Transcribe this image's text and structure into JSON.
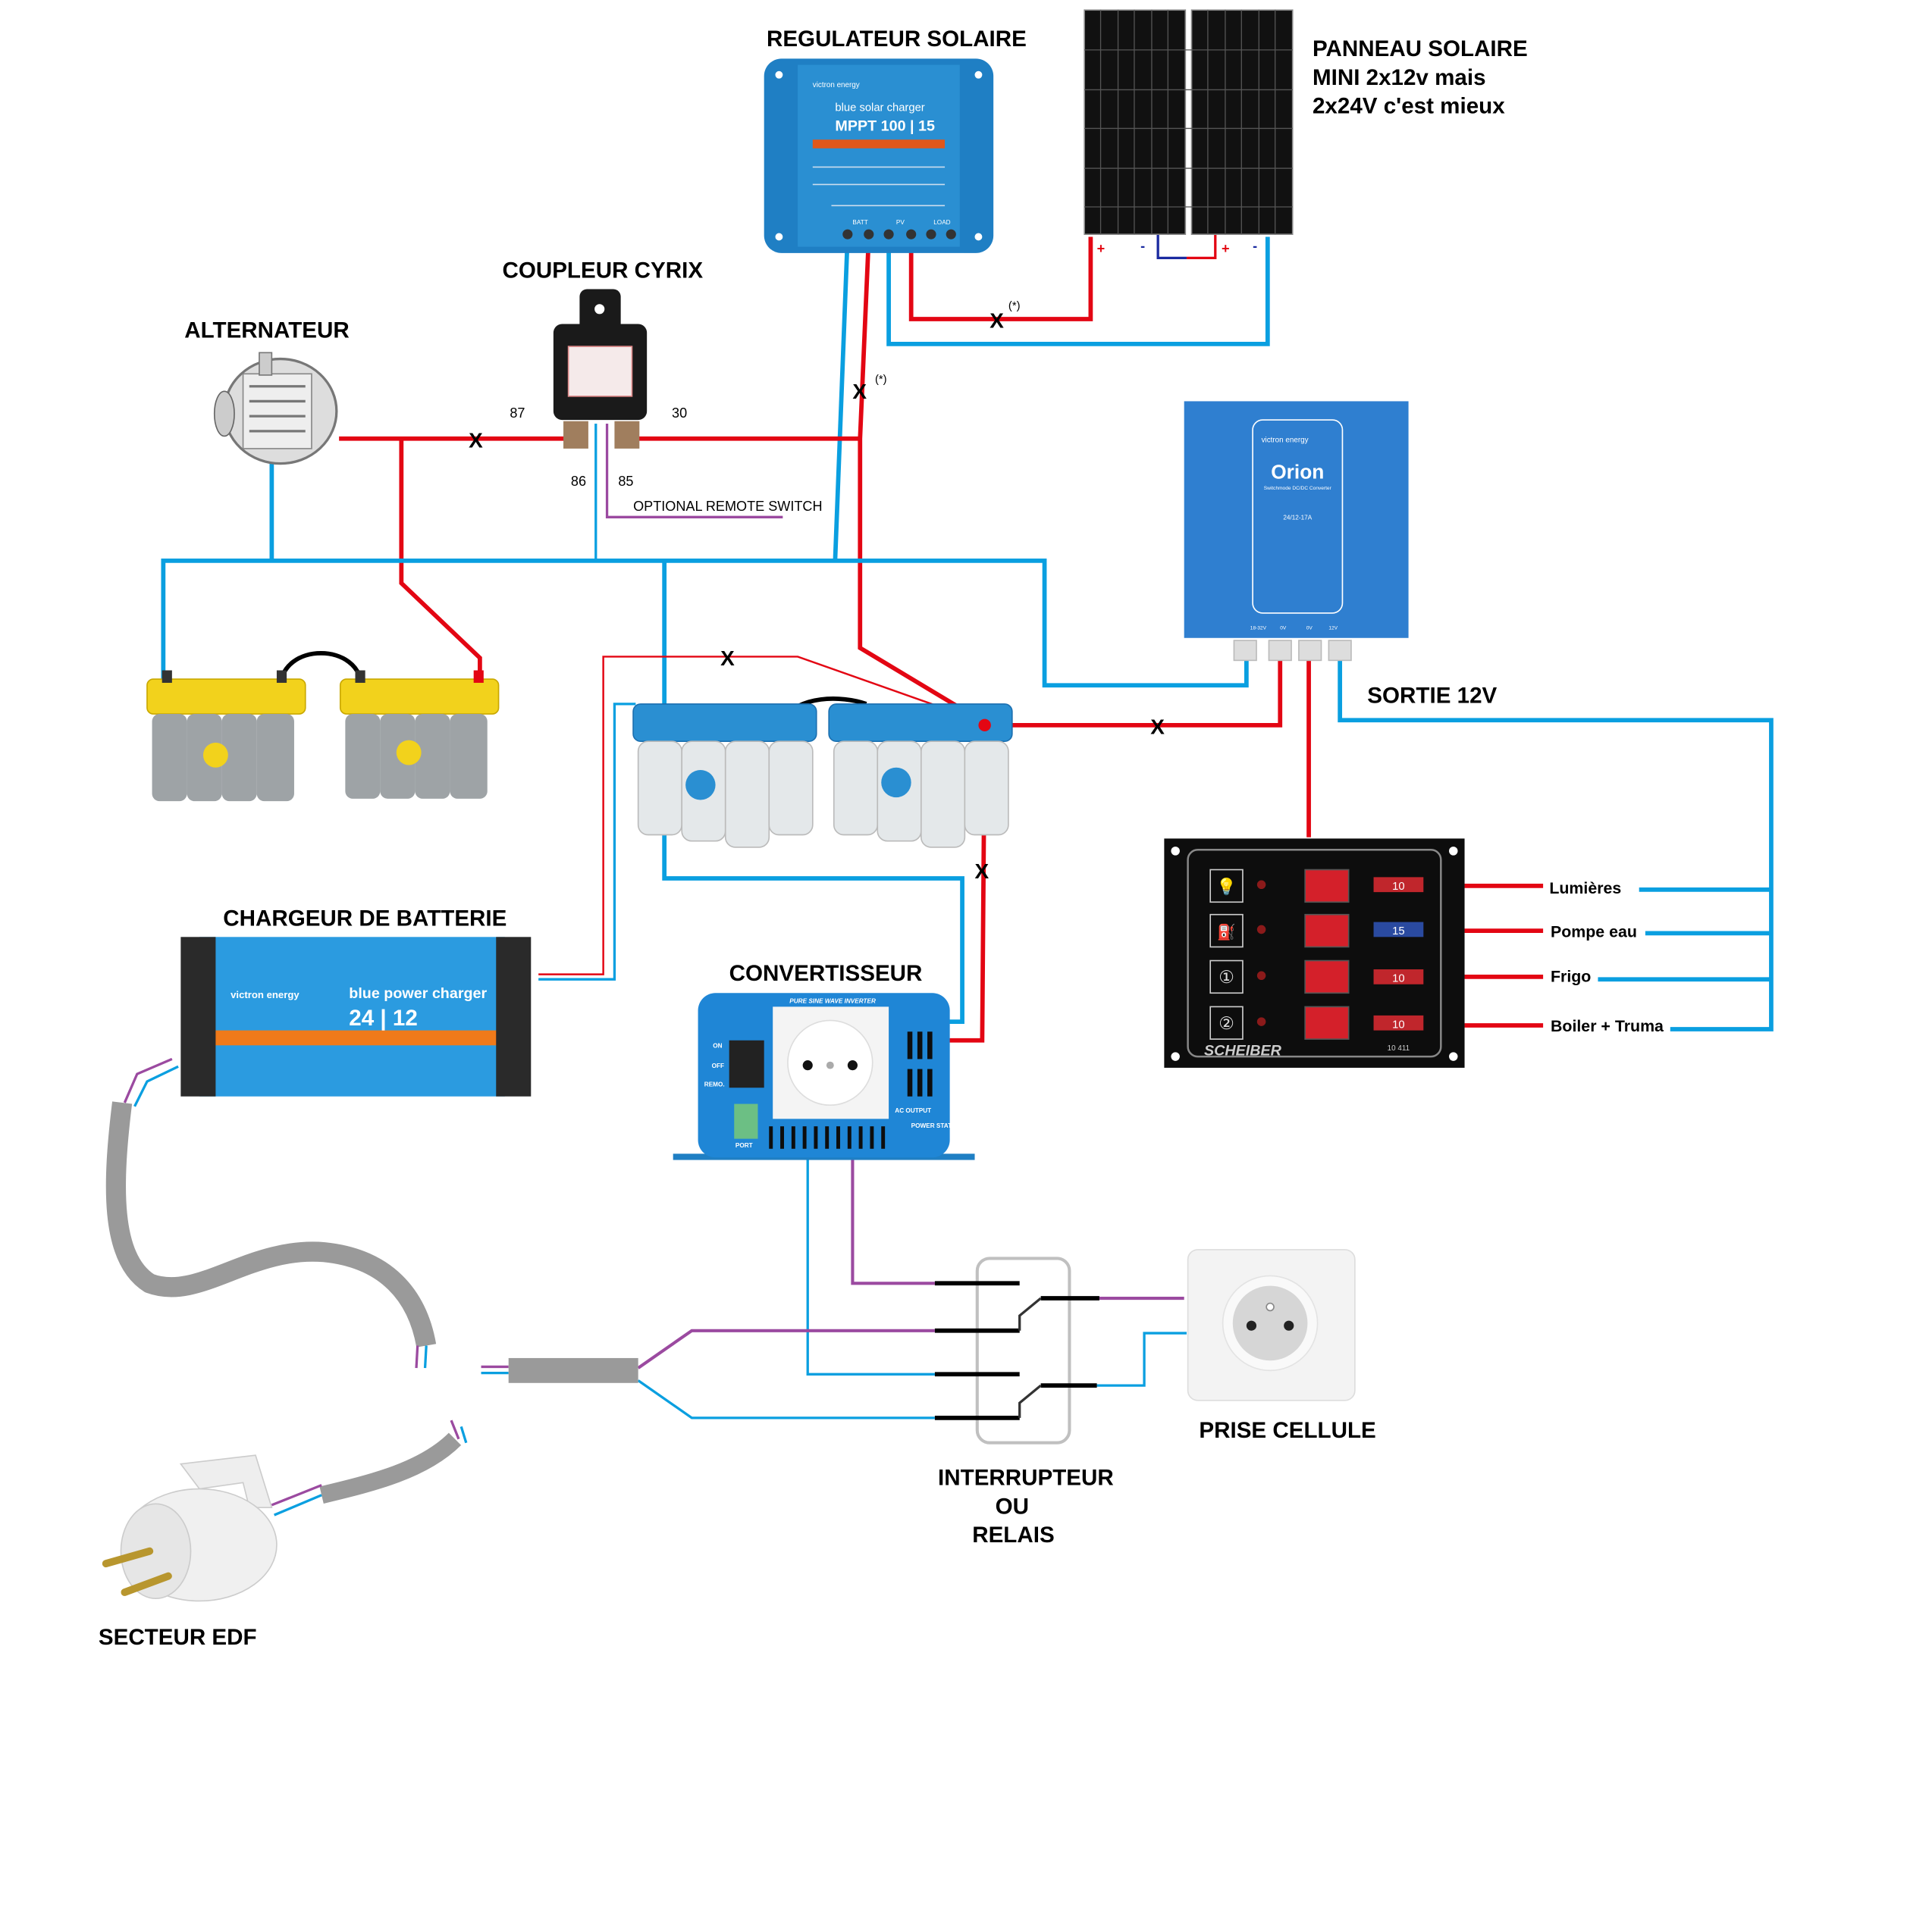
{
  "labels": {
    "regulateur": "REGULATEUR SOLAIRE",
    "panneau_line1": "PANNEAU SOLAIRE",
    "panneau_line2": "MINI 2x12v mais",
    "panneau_line3": "2x24V c'est mieux",
    "coupleur": "COUPLEUR CYRIX",
    "alternateur": "ALTERNATEUR",
    "sortie": "SORTIE 12V",
    "chargeur": "CHARGEUR DE BATTERIE",
    "convertisseur": "CONVERTISSEUR",
    "interrupteur_line1": "INTERRUPTEUR",
    "interrupteur_line2": "OU",
    "interrupteur_line3": "RELAIS",
    "prise": "PRISE CELLULE",
    "secteur": "SECTEUR EDF",
    "optional_switch": "OPTIONAL REMOTE SWITCH",
    "cut_mark": "X",
    "note_mark": "(*)",
    "plus": "+",
    "minus": "-"
  },
  "coupler_terminals": {
    "t87": "87",
    "t30": "30",
    "t86": "86",
    "t85": "85"
  },
  "regulator_device": {
    "brand": "victron energy",
    "product": "blue solar charger",
    "model": "MPPT 100 | 15",
    "terminals": [
      "BATT",
      "PV",
      "LOAD"
    ]
  },
  "orion_device": {
    "brand": "victron energy",
    "name": "Orion",
    "subtitle": "Switchmode DC/DC Converter",
    "rating": "24/12-17A",
    "terminals": [
      "18-32V",
      "0V",
      "0V",
      "12V"
    ]
  },
  "charger_device": {
    "brand": "victron energy",
    "product": "blue power charger",
    "model": "24 | 12"
  },
  "inverter_device": {
    "header": "PURE SINE WAVE INVERTER",
    "switch_labels": [
      "ON",
      "OFF",
      "REMO."
    ],
    "port": "PORT",
    "ac_output": "AC  OUTPUT",
    "power_status": "POWER STATUS"
  },
  "fuse_panel": {
    "brand": "SCHEIBER",
    "model": "10 411",
    "circuits": [
      {
        "label": "Lumières",
        "fuse": "10",
        "fuse_color": "#c0262c",
        "icon": "bulb-icon"
      },
      {
        "label": "Pompe eau",
        "fuse": "15",
        "fuse_color": "#2a4aa0",
        "icon": "pump-icon"
      },
      {
        "label": "Frigo",
        "fuse": "10",
        "fuse_color": "#c0262c",
        "icon": "circuit-1-icon"
      },
      {
        "label": "Boiler + Truma",
        "fuse": "10",
        "fuse_color": "#c0262c",
        "icon": "circuit-2-icon"
      }
    ],
    "icon_glyphs": [
      "💡",
      "⛽",
      "①",
      "②"
    ]
  },
  "colors": {
    "positive": "#e30613",
    "negative": "#0a9fe0",
    "ac_phase": "#9b4aa0",
    "victron_blue": "#1f7fc4"
  }
}
